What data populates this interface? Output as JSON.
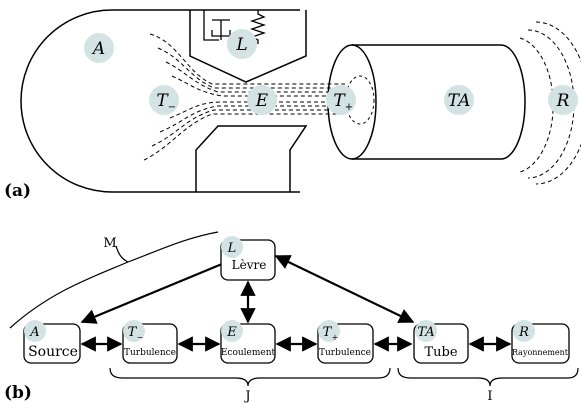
{
  "panel_a": {
    "label": "(a)",
    "regions": {
      "A": "A",
      "L": "L",
      "T_minus": "T",
      "T_minus_sub": "−",
      "E": "E",
      "T_plus": "T",
      "T_plus_sub": "+",
      "TA": "TA",
      "R": "R"
    }
  },
  "panel_b": {
    "label": "(b)",
    "nodes": {
      "source": {
        "tag": "A",
        "label": "Source"
      },
      "turb1": {
        "tag": "T",
        "sub": "−",
        "label": "Turbulence"
      },
      "ecoulement": {
        "tag": "E",
        "label": "Ecoulement"
      },
      "turb2": {
        "tag": "T",
        "sub": "+",
        "label": "Turbulence"
      },
      "tube": {
        "tag": "TA",
        "label": "Tube"
      },
      "rayonnement": {
        "tag": "R",
        "label": "Rayonnement"
      },
      "levre": {
        "tag": "L",
        "label": "Lèvre"
      }
    },
    "braces": {
      "M": "M",
      "J": "J",
      "I": "I"
    }
  },
  "colors": {
    "circle_fill": "#d3e3e3",
    "line": "#000000",
    "background": "#ffffff"
  }
}
